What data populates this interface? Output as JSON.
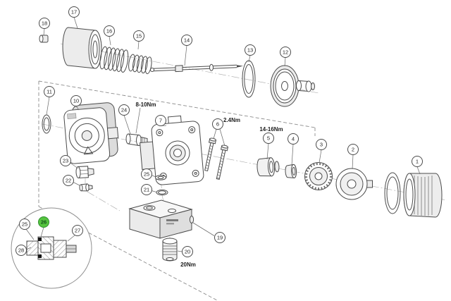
{
  "diagram": {
    "type": "exploded-parts-diagram",
    "colors": {
      "background": "#ffffff",
      "line": "#4b4b4b",
      "highlight_fill": "#55c43f",
      "highlight_stroke": "#2f8f2f"
    },
    "callouts": [
      {
        "id": "17",
        "highlighted": false
      },
      {
        "id": "18",
        "highlighted": false
      },
      {
        "id": "16",
        "highlighted": false
      },
      {
        "id": "15",
        "highlighted": false
      },
      {
        "id": "14",
        "highlighted": false
      },
      {
        "id": "13",
        "highlighted": false
      },
      {
        "id": "12",
        "highlighted": false
      },
      {
        "id": "11",
        "highlighted": false
      },
      {
        "id": "10",
        "highlighted": false
      },
      {
        "id": "24",
        "highlighted": false
      },
      {
        "id": "7",
        "highlighted": false
      },
      {
        "id": "6",
        "highlighted": false
      },
      {
        "id": "5",
        "highlighted": false
      },
      {
        "id": "4",
        "highlighted": false
      },
      {
        "id": "3",
        "highlighted": false
      },
      {
        "id": "2",
        "highlighted": false
      },
      {
        "id": "1",
        "highlighted": false
      },
      {
        "id": "23",
        "highlighted": false
      },
      {
        "id": "22",
        "highlighted": false
      },
      {
        "id": "25",
        "highlighted": false
      },
      {
        "id": "21",
        "highlighted": false
      },
      {
        "id": "19",
        "highlighted": false
      },
      {
        "id": "20",
        "highlighted": false
      },
      {
        "id": "25",
        "highlighted": false
      },
      {
        "id": "26",
        "highlighted": true
      },
      {
        "id": "27",
        "highlighted": false
      },
      {
        "id": "28",
        "highlighted": false
      }
    ],
    "torque_labels": [
      {
        "text": "8-10Nm"
      },
      {
        "text": "2.4Nm"
      },
      {
        "text": "14-16Nm"
      },
      {
        "text": "20Nm"
      }
    ]
  }
}
